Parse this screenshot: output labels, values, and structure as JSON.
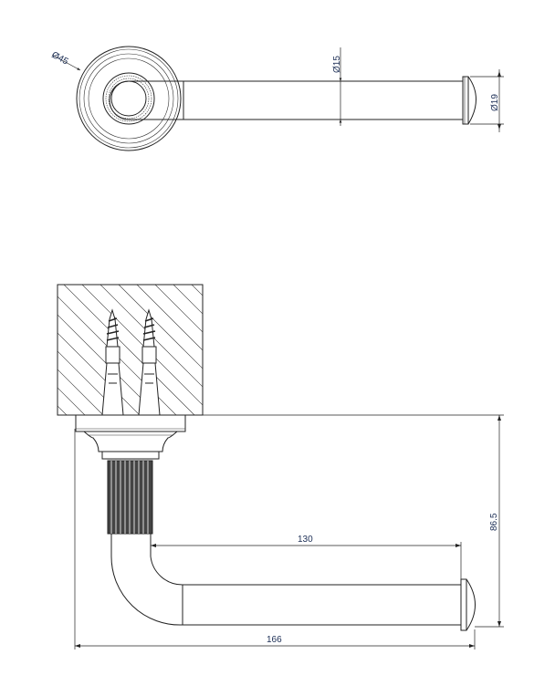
{
  "drawing": {
    "top_view": {
      "rosette_diameter_label": "Ø45",
      "bar_diameter_label": "Ø15",
      "end_cap_diameter_label": "Ø19"
    },
    "side_view": {
      "bar_length_label": "130",
      "projection_label": "86.5",
      "overall_length_label": "166"
    },
    "colors": {
      "line": "#222222",
      "dimension_text": "#1c2e55"
    }
  }
}
